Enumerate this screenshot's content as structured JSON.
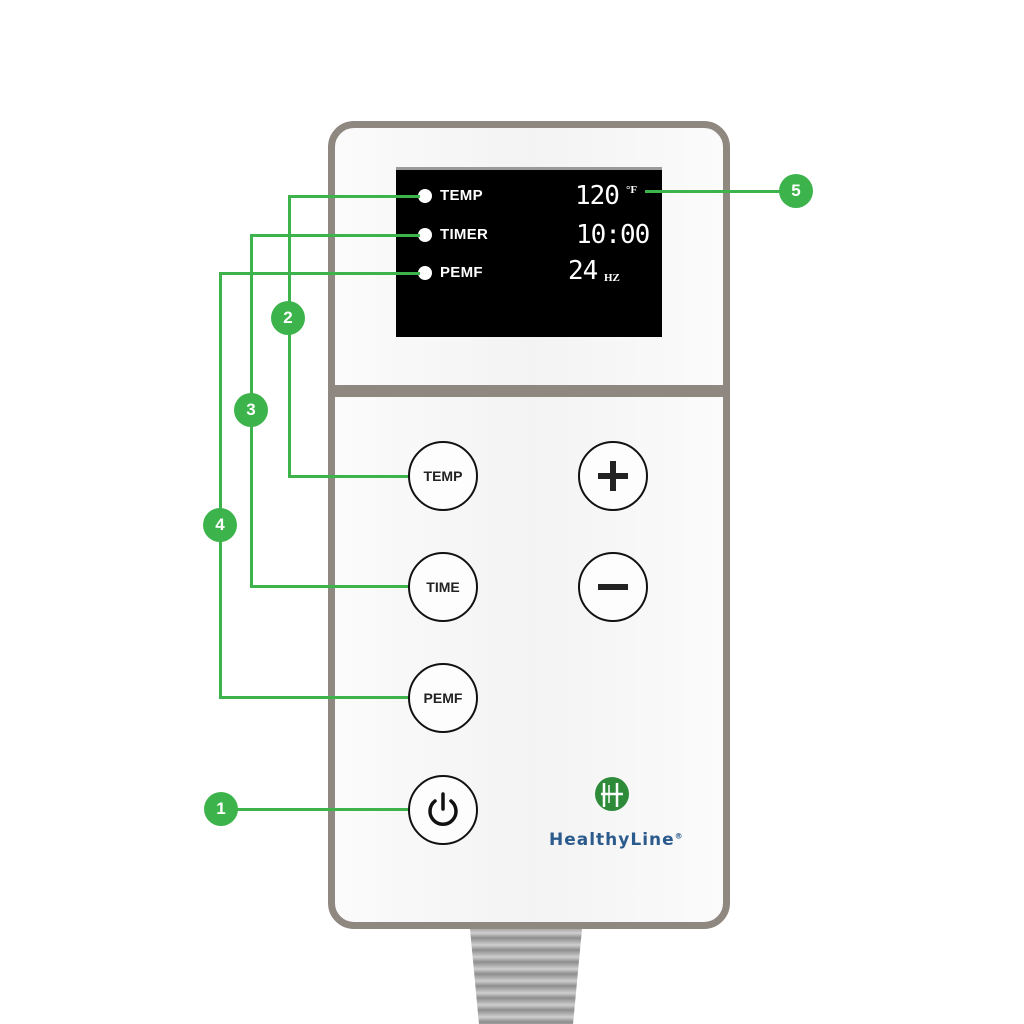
{
  "display": {
    "rows": [
      {
        "label": "TEMP",
        "value": "120",
        "unit": "°F"
      },
      {
        "label": "TIMER",
        "value": "10:00",
        "unit": ""
      },
      {
        "label": "PEMF",
        "value": "24",
        "unit": "HZ"
      }
    ]
  },
  "buttons": {
    "temp": "TEMP",
    "time": "TIME",
    "pemf": "PEMF",
    "plus": "+",
    "minus": "−",
    "power": "power"
  },
  "callouts": [
    {
      "number": "1",
      "target": "power button"
    },
    {
      "number": "2",
      "target": "TEMP"
    },
    {
      "number": "3",
      "target": "TIMER"
    },
    {
      "number": "4",
      "target": "PEMF"
    },
    {
      "number": "5",
      "target": "display value"
    }
  ],
  "brand": {
    "name": "HealthyLine",
    "registered": "®"
  },
  "colors": {
    "callout_green": "#3cb44b",
    "frame": "#8f8880",
    "screen": "#000000",
    "brand_blue": "#2b5a8c",
    "brand_green": "#2e8b3a"
  }
}
